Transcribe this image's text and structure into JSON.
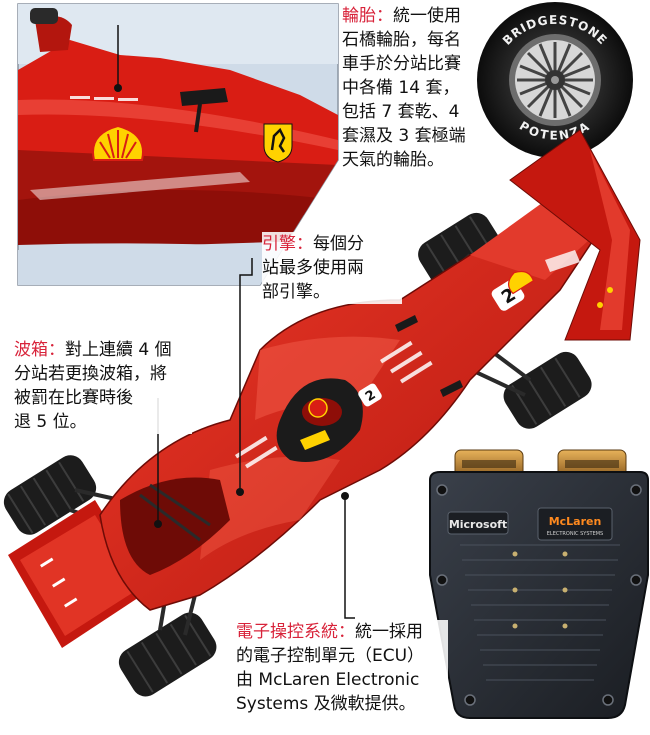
{
  "annotations": {
    "tyres": {
      "heading": "輪胎：",
      "body_lines": [
        "統一使用",
        "石橋輪胎，每名",
        "車手於分站比賽",
        "中各備 14 套，",
        "包括 7 套乾、4",
        "套濕及 3 套極端",
        "天氣的輪胎。"
      ]
    },
    "engine": {
      "heading": "引擎：",
      "body_lines": [
        "每個分",
        "站最多使用兩",
        "部引擎。"
      ]
    },
    "gearbox": {
      "heading": "波箱：",
      "body_lines": [
        "對上連續 4 個",
        "分站若更換波箱，將",
        "被罰在比賽時後",
        "退 5 位。"
      ]
    },
    "ecu": {
      "heading": "電子操控系統：",
      "body_lines": [
        "統一採用",
        "的電子控制單元（ECU）",
        "由 McLaren Electronic",
        "Systems 及微軟提供。"
      ]
    }
  },
  "tyre_sidewall": {
    "brand": "BRIDGESTONE",
    "model": "POTENZA"
  },
  "car_markings": {
    "sidepod_number": "2",
    "cockpit_number": "2"
  },
  "ecu_unit": {
    "brand_left": "Microsoft",
    "brand_right": "McLaren",
    "brand_right_sub": "ELECTRONIC SYSTEMS"
  },
  "colors": {
    "heading_accent": "#d8233a",
    "car_red": "#d91d14",
    "car_dark_red": "#8e0e08",
    "ecu_body": "#2b2f36",
    "inset_sky": "#cfdbe8"
  }
}
